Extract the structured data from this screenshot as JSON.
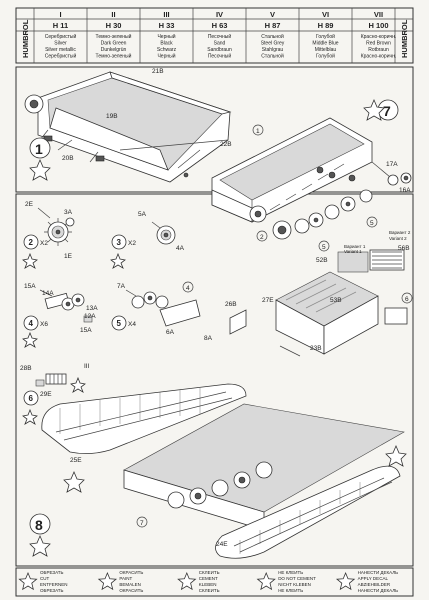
{
  "header": {
    "brand": "HUMBROL",
    "columns": [
      {
        "roman": "I",
        "code": "H 11",
        "names": [
          "Серебристый",
          "Silver",
          "Silver metallic",
          "Серебристый"
        ]
      },
      {
        "roman": "II",
        "code": "H 30",
        "names": [
          "Темно-зеленый",
          "Dark Green",
          "Dunkelgrün",
          "Темно-зеленый"
        ]
      },
      {
        "roman": "III",
        "code": "H 33",
        "names": [
          "Черный",
          "Black",
          "Schwarz",
          "Черный"
        ]
      },
      {
        "roman": "IV",
        "code": "H 63",
        "names": [
          "Песочный",
          "Sand",
          "Sandbraun",
          "Песочный"
        ]
      },
      {
        "roman": "V",
        "code": "H 87",
        "names": [
          "Стальной",
          "Steel Grey",
          "Stahlgrau",
          "Стальной"
        ]
      },
      {
        "roman": "VI",
        "code": "H 89",
        "names": [
          "Голубой",
          "Middle Blue",
          "Mittelblau",
          "Голубой"
        ]
      },
      {
        "roman": "VII",
        "code": "H 100",
        "names": [
          "Красно-коричн.",
          "Red Brown",
          "Rotbraun",
          "Красно-коричн."
        ]
      }
    ]
  },
  "steps": [
    "1",
    "2",
    "3",
    "4",
    "5",
    "6",
    "7",
    "8"
  ],
  "multipliers": {
    "step2": "X2",
    "step3": "X2",
    "step4": "X6",
    "step5": "X4"
  },
  "parts": {
    "p21B": "21B",
    "p19B": "19B",
    "p20B": "20B",
    "p22B": "22B",
    "p1": "1",
    "p17A": "17A",
    "p16A": "16A",
    "p2E": "2E",
    "p3A": "3A",
    "p1E": "1E",
    "p5A": "5A",
    "p4A": "4A",
    "p2": "2",
    "p5": "5",
    "p52B": "52B",
    "p15A": "15A",
    "p14A": "14A",
    "p13A": "13A",
    "p12A": "12A",
    "p15A2": "15A",
    "p7A": "7A",
    "p4": "4",
    "p6A": "6A",
    "p8A": "8A",
    "p26B": "26B",
    "p27E": "27E",
    "p53B": "53B",
    "p6": "6",
    "p56B": "56B",
    "p23B": "23B",
    "p28B": "28B",
    "p29E": "29E",
    "roman3": "III",
    "p25E": "25E",
    "p7": "7",
    "p24E": "24E",
    "variant1": "Вариант 1",
    "variant1en": "Variant 1",
    "variant2": "Вариант 2",
    "variant2en": "Variant 2"
  },
  "legend": [
    {
      "lines": [
        "ОБРЕЗАТЬ",
        "CUT",
        "ENTFERNEN",
        "ОБРЕЗАТЬ"
      ]
    },
    {
      "lines": [
        "ОКРАСИТЬ",
        "PAINT",
        "BEMALEN",
        "ОКРАСИТЬ"
      ]
    },
    {
      "lines": [
        "СКЛЕИТЬ",
        "CEMENT",
        "KLEBEN",
        "СКЛЕИТЬ"
      ]
    },
    {
      "lines": [
        "НЕ КЛЕИТЬ",
        "DO NOT CEMENT",
        "NICHT KLEBEN",
        "НЕ КЛЕИТЬ"
      ]
    },
    {
      "lines": [
        "НАНЕСТИ ДЕКАЛЬ",
        "APPLY DECAL",
        "ABZIEHBILDER",
        "НАНЕСТИ ДЕКАЛЬ"
      ]
    }
  ]
}
